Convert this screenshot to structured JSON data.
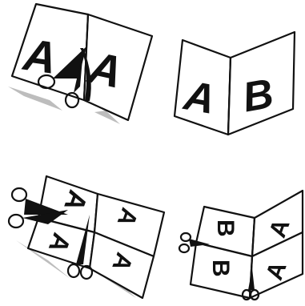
{
  "panels": [
    {
      "id": "cut-two-a",
      "letters": [
        "A",
        "A"
      ]
    },
    {
      "id": "two-page-ab",
      "letters": [
        "A",
        "B"
      ]
    },
    {
      "id": "cut-four-a",
      "letters": [
        "A",
        "A",
        "A",
        "A"
      ]
    },
    {
      "id": "four-page-bb-aa",
      "letters": [
        "B",
        "B",
        "A",
        "A"
      ]
    }
  ],
  "icons": [
    "scissors-icon",
    "scissors-icon",
    "scissors-icon",
    "scissors-icon"
  ],
  "colors": {
    "ink": "#111111",
    "paper": "#ffffff",
    "shadow": "#bdbdbd"
  }
}
